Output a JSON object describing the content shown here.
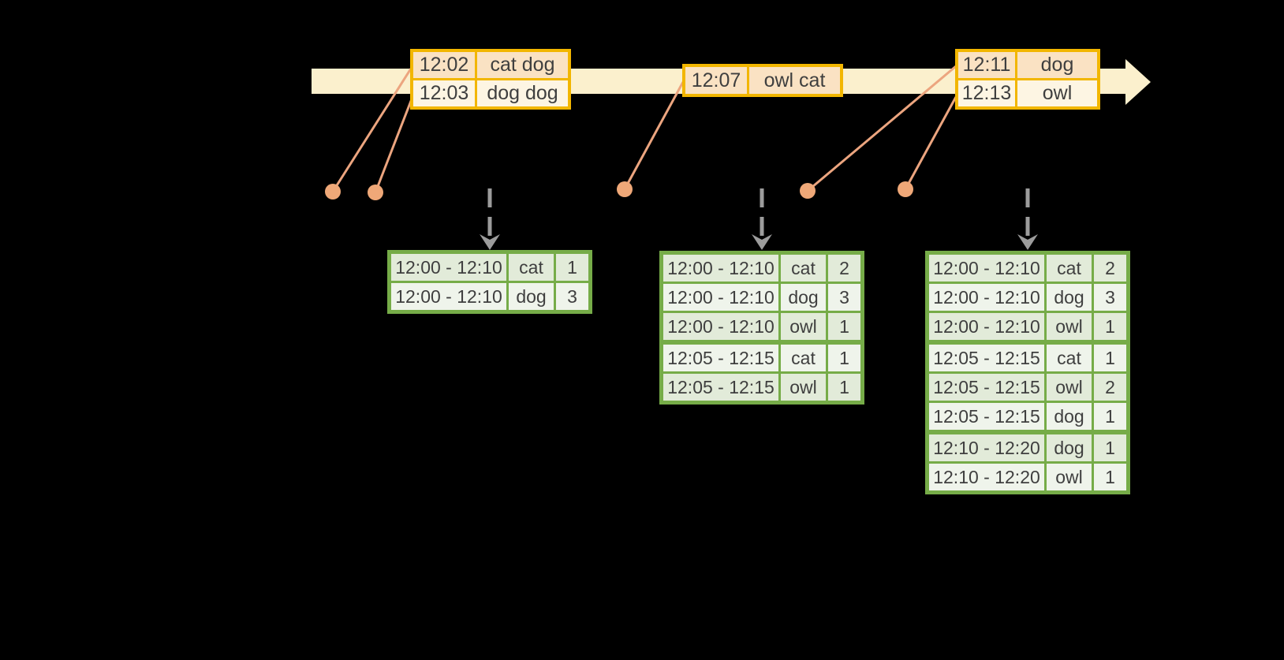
{
  "colors": {
    "background": "#000000",
    "timeline_fill": "#FBF0CD",
    "event_table_border": "#F2B600",
    "event_row_peach": "#FAE2C3",
    "event_row_cream": "#FDF5E3",
    "connector": "#ECA57F",
    "dot": "#EFA878",
    "dispatch_arrow": "#9C9C9C",
    "result_table_border": "#76AC48",
    "result_row_dark": "#E2EBD9",
    "result_row_light": "#EFF4EB",
    "text": "#3F3F3F"
  },
  "event_tables": [
    {
      "rows": [
        {
          "time": "12:02",
          "words": "cat dog"
        },
        {
          "time": "12:03",
          "words": "dog dog"
        }
      ]
    },
    {
      "rows": [
        {
          "time": "12:07",
          "words": "owl cat"
        }
      ]
    },
    {
      "rows": [
        {
          "time": "12:11",
          "words": "dog"
        },
        {
          "time": "12:13",
          "words": "owl"
        }
      ]
    }
  ],
  "result_tables": [
    {
      "rows": [
        {
          "window": "12:00 - 12:10",
          "word": "cat",
          "count": "1"
        },
        {
          "window": "12:00 - 12:10",
          "word": "dog",
          "count": "3"
        }
      ]
    },
    {
      "rows": [
        {
          "window": "12:00 - 12:10",
          "word": "cat",
          "count": "2"
        },
        {
          "window": "12:00 - 12:10",
          "word": "dog",
          "count": "3"
        },
        {
          "window": "12:00 - 12:10",
          "word": "owl",
          "count": "1"
        },
        {
          "window": "12:05 - 12:15",
          "word": "cat",
          "count": "1"
        },
        {
          "window": "12:05 - 12:15",
          "word": "owl",
          "count": "1"
        }
      ]
    },
    {
      "rows": [
        {
          "window": "12:00 - 12:10",
          "word": "cat",
          "count": "2"
        },
        {
          "window": "12:00 - 12:10",
          "word": "dog",
          "count": "3"
        },
        {
          "window": "12:00 - 12:10",
          "word": "owl",
          "count": "1"
        },
        {
          "window": "12:05 - 12:15",
          "word": "cat",
          "count": "1"
        },
        {
          "window": "12:05 - 12:15",
          "word": "owl",
          "count": "2"
        },
        {
          "window": "12:05 - 12:15",
          "word": "dog",
          "count": "1"
        },
        {
          "window": "12:10 - 12:20",
          "word": "dog",
          "count": "1"
        },
        {
          "window": "12:10 - 12:20",
          "word": "owl",
          "count": "1"
        }
      ]
    }
  ]
}
